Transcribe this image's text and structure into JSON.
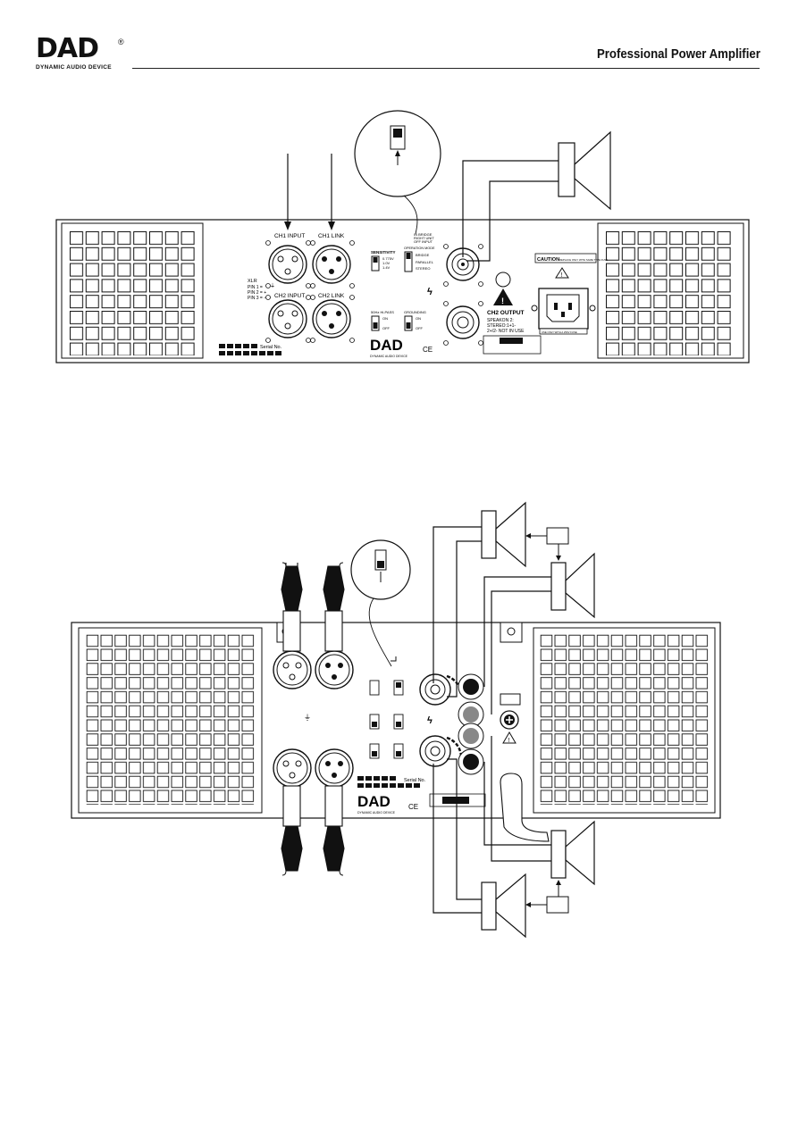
{
  "header": {
    "logo_text": "DAD",
    "logo_registered": "®",
    "logo_subtitle": "DYNAMIC AUDIO DEVICE",
    "title": "Professional Power Amplifier"
  },
  "figure1": {
    "ch1_input": "CH1 INPUT",
    "ch1_link": "CH1 LINK",
    "ch2_input": "CH2 INPUT",
    "ch2_link": "CH2 LINK",
    "xlr": "XLR",
    "pin1": "PIN 1 =",
    "pin2": "PIN 2 = +",
    "pin3": "PIN 3 = −",
    "serial": "Serial No.",
    "sensitivity": "SENSITIVITY",
    "sens_values": [
      "0.775V",
      "1.0V",
      "1.4V"
    ],
    "mode_in_bridge": "IN BRIDGE",
    "mode_right_unit": "RIGHT UNIT",
    "mode_off_input": "OFF INPUT",
    "operation_mode": "OPERATION MODE",
    "mode_bridge": "BRIDGE",
    "mode_parallel": "PARALLEL",
    "mode_stereo": "STEREO",
    "hipass": "50Hz Hi-PASS",
    "grounding": "GROUNDING",
    "on": "ON",
    "off": "OFF",
    "ch2_output": "CH2 OUTPUT",
    "speakon": "SPEAKON 2:",
    "stereo_pins": "STEREO:1+1-",
    "not_in_use": "2+/2- NOT IN USE",
    "caution": "CAUTION",
    "caution_note": "REPLACE ONLY WITH SAME TYPE FUSE",
    "fuse_note": "USE ONLY WITH A 250V FUSE",
    "logo_small": "DAD",
    "logo_small_sub": "DYNAMIC AUDIO DEVICE",
    "ce": "CE"
  },
  "figure2": {
    "serial": "Serial No.",
    "logo_small": "DAD",
    "logo_small_sub": "DYNAMIC AUDIO DEVICE",
    "ce": "CE"
  }
}
